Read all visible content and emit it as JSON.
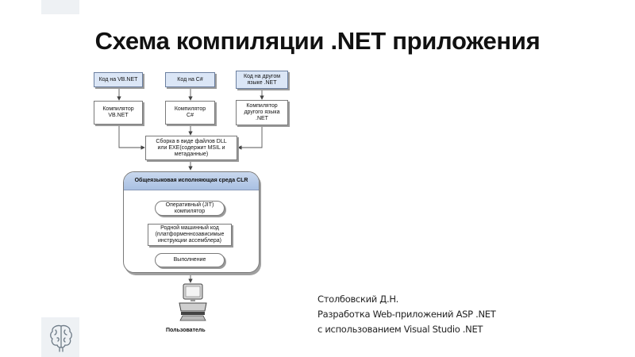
{
  "title": "Схема компиляции .NET приложения",
  "diagram": {
    "sources": [
      "Код на VB.NET",
      "Код на C#",
      "Код на другом\nязыке .NET"
    ],
    "compilers": [
      "Компилятор\nVB.NET",
      "Компилятор\nC#",
      "Компилятор\nдругого языка\n.NET"
    ],
    "assembly": "Сборка в виде файлов DLL\nили EXE(содержит MSIL и\nметаданные)",
    "clr": {
      "title": "Общеязыковая исполняющая среда CLR",
      "jit": "Оперативный (JIT)\nкомпилятор",
      "native": "Родной машинный код\n(платформеннозависимые\nинструкции ассемблера)",
      "execution": "Выполнение"
    },
    "user": "Пользователь"
  },
  "author": {
    "name": "Столбовский Д.Н.",
    "line1": "Разработка Web-приложений ASP .NET",
    "line2": "с использованием Visual Studio .NET"
  }
}
